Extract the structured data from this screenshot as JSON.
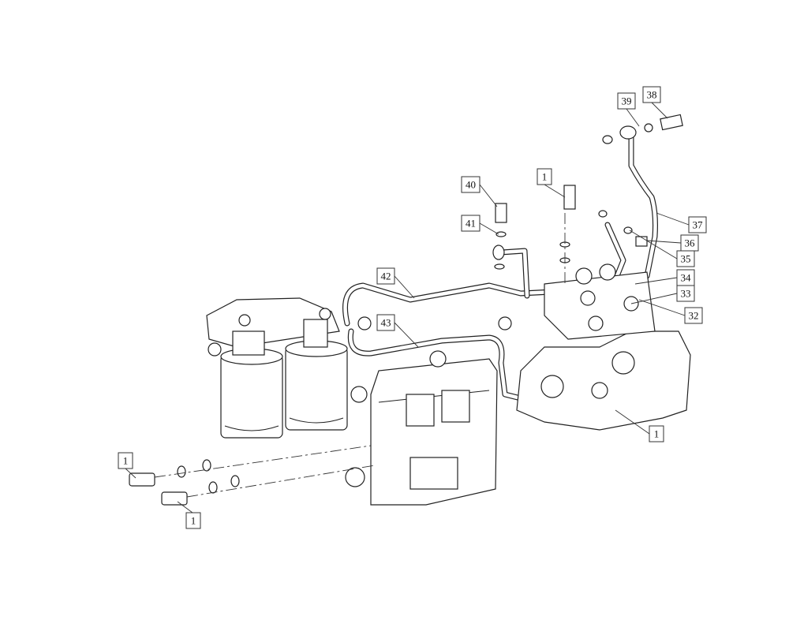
{
  "diagram": {
    "type": "exploded parts diagram",
    "callouts": [
      {
        "id": "c38",
        "label": "38"
      },
      {
        "id": "c39",
        "label": "39"
      },
      {
        "id": "c1-top",
        "label": "1"
      },
      {
        "id": "c40",
        "label": "40"
      },
      {
        "id": "c41",
        "label": "41"
      },
      {
        "id": "c37",
        "label": "37"
      },
      {
        "id": "c36",
        "label": "36"
      },
      {
        "id": "c35",
        "label": "35"
      },
      {
        "id": "c34",
        "label": "34"
      },
      {
        "id": "c33",
        "label": "33"
      },
      {
        "id": "c32",
        "label": "32"
      },
      {
        "id": "c42",
        "label": "42"
      },
      {
        "id": "c43",
        "label": "43"
      },
      {
        "id": "c1-right",
        "label": "1"
      },
      {
        "id": "c1-left",
        "label": "1"
      },
      {
        "id": "c1-bottom",
        "label": "1"
      }
    ]
  }
}
